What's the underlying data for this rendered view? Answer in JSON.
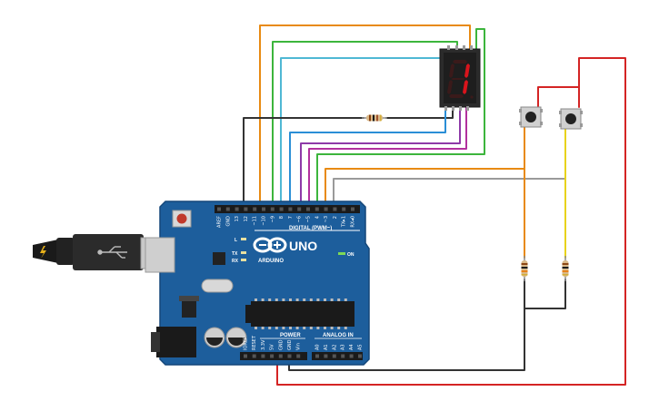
{
  "board": {
    "brand": "ARDUINO",
    "model": "UNO",
    "digital_header": "DIGITAL (PWM~)",
    "power_header": "POWER",
    "analog_header": "ANALOG IN",
    "on_label": "ON",
    "l_label": "L",
    "tx_label": "TX",
    "rx_label": "RX",
    "top_pins": [
      "AREF",
      "GND",
      "13",
      "12",
      "~11",
      "~10",
      "~9",
      "8",
      "7",
      "~6",
      "~5",
      "4",
      "~3",
      "2",
      "TX▸1",
      "RX◂0"
    ],
    "power_pins": [
      "IOREF",
      "RESET",
      "3.3V",
      "5V",
      "GND",
      "GND",
      "Vin"
    ],
    "analog_pins": [
      "A0",
      "A1",
      "A2",
      "A3",
      "A4",
      "A5"
    ],
    "colors": {
      "board": "#1d5e9c",
      "board_edge": "#14477a",
      "header": "#1a1a1a"
    }
  },
  "display": {
    "digit": "1",
    "segment_color": "#d9141c"
  },
  "wire_colors": {
    "orange": "#e88a12",
    "green": "#3cb53c",
    "cyan": "#4fb8d4",
    "blue": "#2a8ed6",
    "purple": "#8e3aa8",
    "magenta": "#b2309e",
    "gray": "#9a9a9a",
    "black": "#333333",
    "red": "#d42424",
    "yellow": "#e8d21a"
  },
  "components": {
    "resistor_count": 3,
    "button_count": 2
  }
}
